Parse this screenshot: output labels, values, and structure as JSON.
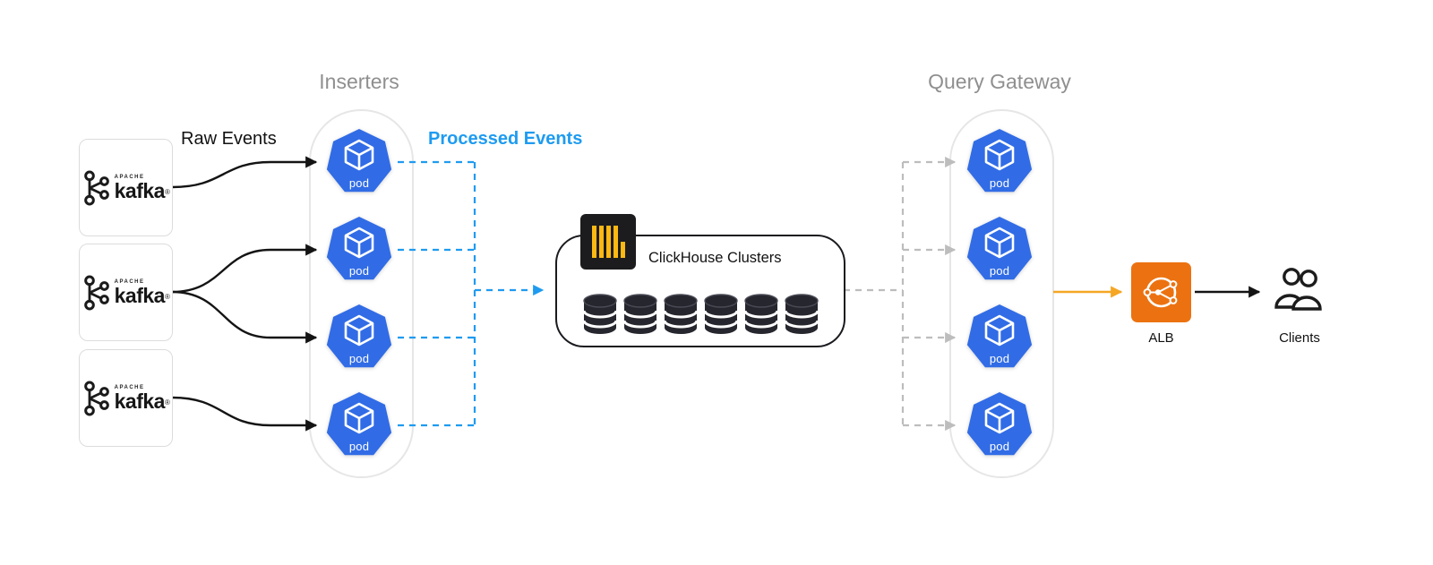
{
  "diagram": {
    "sources": {
      "count": 3,
      "apache_label": "APACHE",
      "kafka_label": "kafka",
      "registered_mark": "®"
    },
    "flow_labels": {
      "raw_events": "Raw Events",
      "processed_events": "Processed Events"
    },
    "inserters": {
      "title": "Inserters",
      "pod_label": "pod",
      "pod_count": 4
    },
    "clickhouse": {
      "label": "ClickHouse Clusters",
      "database_count": 6
    },
    "query_gateway": {
      "title": "Query Gateway",
      "pod_label": "pod",
      "pod_count": 4
    },
    "alb": {
      "label": "ALB"
    },
    "clients": {
      "label": "Clients"
    },
    "colors": {
      "kubernetes_pod_blue": "#316CE6",
      "processed_events_blue": "#1E9BF0",
      "alb_orange": "#EC7211",
      "clickhouse_yellow": "#FDB813",
      "clickhouse_dark": "#1C1C1E",
      "raw_events_black": "#141414",
      "query_dashed_gray": "#BDBDBD",
      "group_border_gray": "#E6E6E6",
      "group_title_gray": "#8F8F8F"
    }
  }
}
